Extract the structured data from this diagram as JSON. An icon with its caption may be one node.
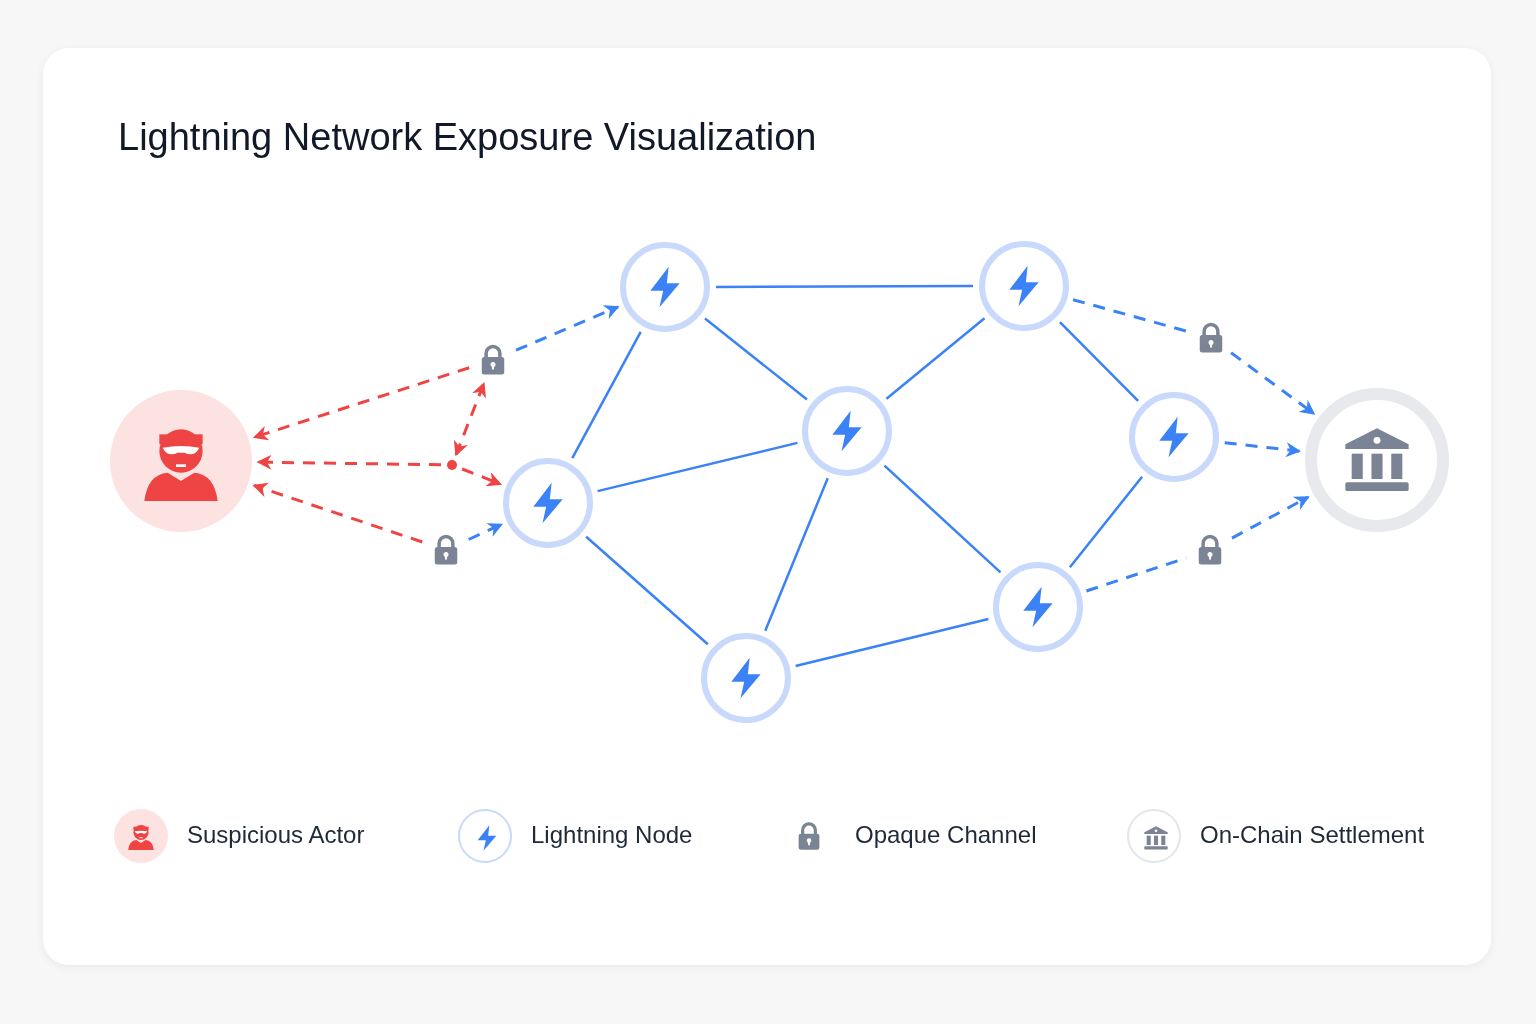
{
  "diagram": {
    "title": "Lightning Network Exposure Visualization",
    "nodes": [
      {
        "text": [],
        "shape": "person"
      },
      {
        "text": [],
        "shape": "dot"
      },
      {
        "text": [],
        "shape": "lock"
      },
      {
        "text": [],
        "shape": "lock"
      },
      {
        "text": [],
        "shape": "circle"
      },
      {
        "text": [],
        "shape": "circle"
      },
      {
        "text": [],
        "shape": "circle"
      },
      {
        "text": [],
        "shape": "circle"
      },
      {
        "text": [],
        "shape": "circle"
      },
      {
        "text": [],
        "shape": "circle"
      },
      {
        "text": [],
        "shape": "circle"
      },
      {
        "text": [],
        "shape": "lock"
      },
      {
        "text": [],
        "shape": "lock"
      },
      {
        "text": [],
        "shape": "bank"
      }
    ],
    "edges": [
      {
        "from": 2,
        "to": 0,
        "arrow": "to",
        "style": "dashed",
        "color": "#ef4444"
      },
      {
        "from": 1,
        "to": 0,
        "arrow": "to",
        "style": "dashed",
        "color": "#ef4444"
      },
      {
        "from": 3,
        "to": 0,
        "arrow": "to",
        "style": "dashed",
        "color": "#ef4444"
      },
      {
        "from": 1,
        "to": 2,
        "arrow": "both",
        "style": "dashed",
        "color": "#ef4444"
      },
      {
        "from": 1,
        "to": 5,
        "arrow": "to",
        "style": "dashed",
        "color": "#ef4444"
      },
      {
        "from": 2,
        "to": 4,
        "arrow": "to",
        "style": "dashed"
      },
      {
        "from": 3,
        "to": 5,
        "arrow": "to",
        "style": "dashed"
      },
      {
        "from": 4,
        "to": 8,
        "arrow": "none"
      },
      {
        "from": 4,
        "to": 5,
        "arrow": "none"
      },
      {
        "from": 4,
        "to": 6,
        "arrow": "none"
      },
      {
        "from": 5,
        "to": 6,
        "arrow": "none"
      },
      {
        "from": 5,
        "to": 7,
        "arrow": "none"
      },
      {
        "from": 6,
        "to": 8,
        "arrow": "none"
      },
      {
        "from": 6,
        "to": 7,
        "arrow": "none"
      },
      {
        "from": 6,
        "to": 10,
        "arrow": "none"
      },
      {
        "from": 7,
        "to": 10,
        "arrow": "none"
      },
      {
        "from": 8,
        "to": 9,
        "arrow": "none"
      },
      {
        "from": 9,
        "to": 10,
        "arrow": "none"
      },
      {
        "from": 8,
        "to": 11,
        "arrow": "none",
        "style": "dashed"
      },
      {
        "from": 11,
        "to": 13,
        "arrow": "to",
        "style": "dashed"
      },
      {
        "from": 9,
        "to": 13,
        "arrow": "to",
        "style": "dashed"
      },
      {
        "from": 10,
        "to": 12,
        "arrow": "none",
        "style": "dashed"
      },
      {
        "from": 12,
        "to": 13,
        "arrow": "to",
        "style": "dashed"
      }
    ],
    "legend": [
      {
        "text": "Suspicious Actor"
      },
      {
        "text": "Lightning Node"
      },
      {
        "text": "Opaque Channel"
      },
      {
        "text": "On-Chain Settlement"
      }
    ]
  }
}
